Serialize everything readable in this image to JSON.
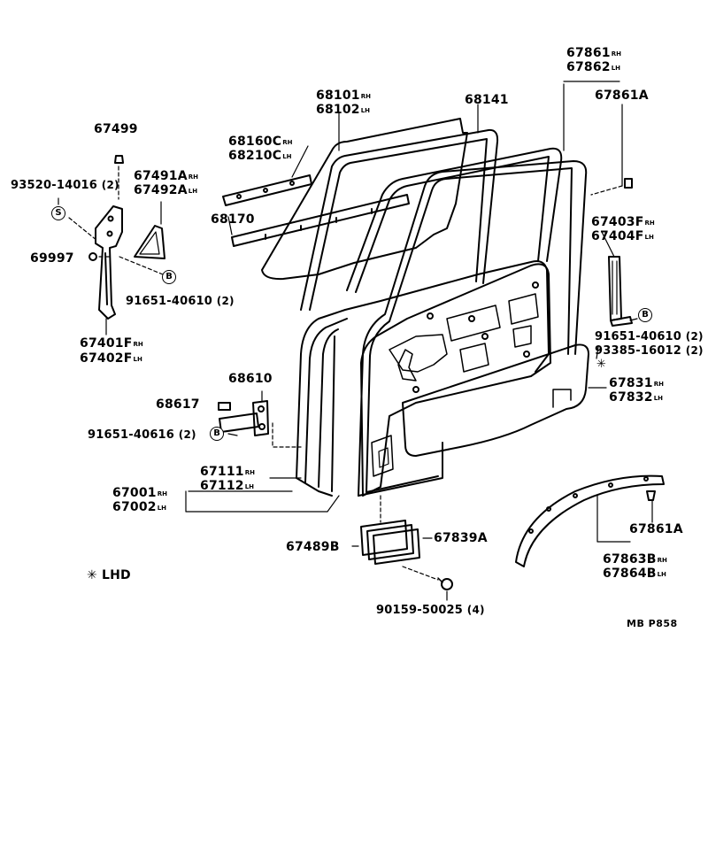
{
  "parts": {
    "p67499": "67499",
    "p93520": "93520-14016",
    "q93520": "(2)",
    "p67491A": "67491A",
    "s67491A": "RH",
    "p67492A": "67492A",
    "s67492A": "LH",
    "p69997": "69997",
    "p91651a": "91651-40610",
    "q91651a": "(2)",
    "p67401F": "67401F",
    "s67401F": "RH",
    "p67402F": "67402F",
    "s67402F": "LH",
    "p68160C": "68160C",
    "s68160C": "RH",
    "p68210C": "68210C",
    "s68210C": "LH",
    "p68170": "68170",
    "p68101": "68101",
    "s68101": "RH",
    "p68102": "68102",
    "s68102": "LH",
    "p68141": "68141",
    "p67861": "67861",
    "s67861": "RH",
    "p67862": "67862",
    "s67862": "LH",
    "p67861A_top": "67861A",
    "p67403F": "67403F",
    "s67403F": "RH",
    "p67404F": "67404F",
    "s67404F": "LH",
    "p91651b": "91651-40610",
    "q91651b": "(2)",
    "p93385": "93385-16012",
    "q93385": "(2)",
    "p67831": "67831",
    "s67831": "RH",
    "p67832": "67832",
    "s67832": "LH",
    "p68610": "68610",
    "p68617": "68617",
    "p91651c": "91651-40616",
    "q91651c": "(2)",
    "p67111": "67111",
    "s67111": "RH",
    "p67112": "67112",
    "s67112": "LH",
    "p67001": "67001",
    "s67001": "RH",
    "p67002": "67002",
    "s67002": "LH",
    "p67489B": "67489B",
    "p67839A": "67839A",
    "p90159": "90159-50025",
    "q90159": "(4)",
    "p67861A_bot": "67861A",
    "p67863B": "67863B",
    "s67863B": "RH",
    "p67864B": "67864B",
    "s67864B": "LH"
  },
  "symbols": {
    "s_letter": "S",
    "b_letter": "B"
  },
  "legend": {
    "mark": "✳",
    "text": "LHD"
  },
  "figure_code": "MB P858"
}
